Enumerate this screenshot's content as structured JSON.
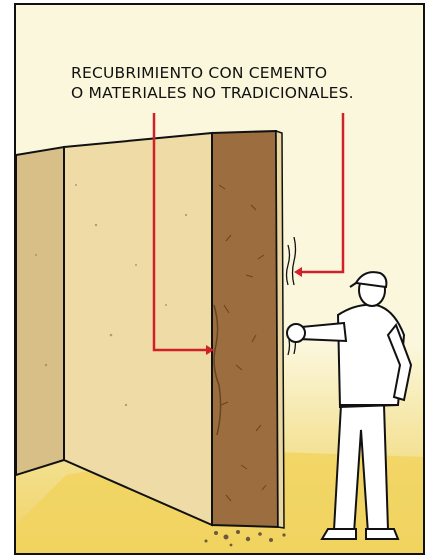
{
  "caption": {
    "line1": "RECUBRIMIENTO CON CEMENTO",
    "line2": "O MATERIALES NO TRADICIONALES."
  },
  "colors": {
    "background": "#fbf7dc",
    "wall_plaster": "#efdca5",
    "wall_left": "#d9c08a",
    "adobe_core": "#9a6a3c",
    "floor": "#f0d565",
    "pointer_lines": "#d0202a",
    "outline": "#111111"
  },
  "icons": [
    "wall-illustration",
    "worker-figure",
    "debris-icon",
    "arrow-icon"
  ]
}
